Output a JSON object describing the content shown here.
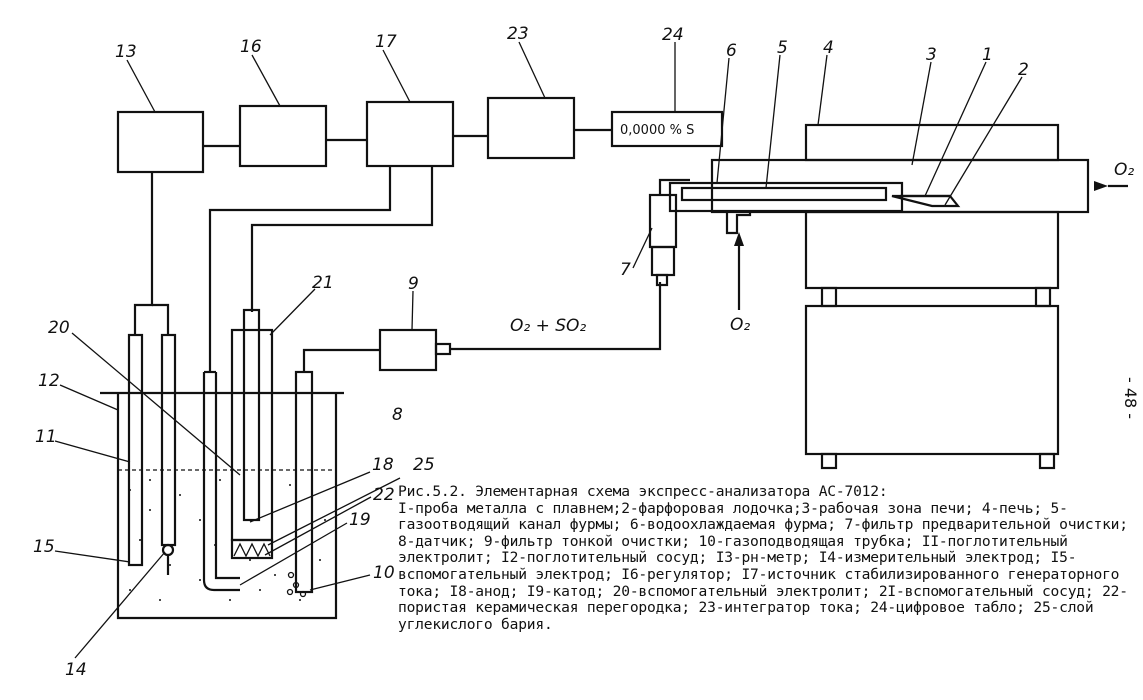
{
  "diagram": {
    "labels": {
      "n1": "1",
      "n2": "2",
      "n3": "3",
      "n4": "4",
      "n5": "5",
      "n6": "6",
      "n7": "7",
      "n8": "8",
      "n9": "9",
      "n10": "10",
      "n11": "11",
      "n12": "12",
      "n13": "13",
      "n14": "14",
      "n15": "15",
      "n16": "16",
      "n17": "17",
      "n18": "18",
      "n19": "19",
      "n20": "20",
      "n21": "21",
      "n22": "22",
      "n23": "23",
      "n24": "24",
      "n25": "25"
    },
    "display_value": "0,0000 % S",
    "gas_flow": "O₂ + SO₂",
    "oxygen_inlet_right": "O₂",
    "oxygen_inlet_bottom": "O₂",
    "page_number": "- 48 -"
  },
  "caption": {
    "title": "Рис.5.2. Элементарная схема экспресс-анализатора АС-7012:",
    "body": "I-проба металла с плавнем;2-фарфоровая лодочка;3-рабочая зона печи; 4-печь; 5-газоотводящий канал фурмы; 6-водоохлаждаемая фурма; 7-фильтр предварительной очистки; 8-датчик; 9-фильтр тонкой очистки; 10-газоподводящая трубка; II-поглотительный электролит; I2-поглотительный сосуд; I3-рн-метр; I4-измерительный электрод; I5-вспомогательный электрод; I6-регулятор; I7-источник стабилизированного генераторного тока; I8-анод; I9-катод; 20-вспомогательный электролит; 2I-вспомогательный сосуд; 22-пористая керамическая перегородка; 23-интегратор тока; 24-цифровое табло; 25-слой углекислого бария."
  }
}
